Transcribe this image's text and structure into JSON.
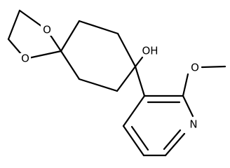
{
  "structure": {
    "atoms": {
      "dioxolane_o_top": "O",
      "dioxolane_o_bottom": "O",
      "hydroxyl": "OH",
      "pyridine_n": "N"
    },
    "colors": {
      "bond": "#000000",
      "label": "#000000",
      "background": "#ffffff"
    }
  }
}
